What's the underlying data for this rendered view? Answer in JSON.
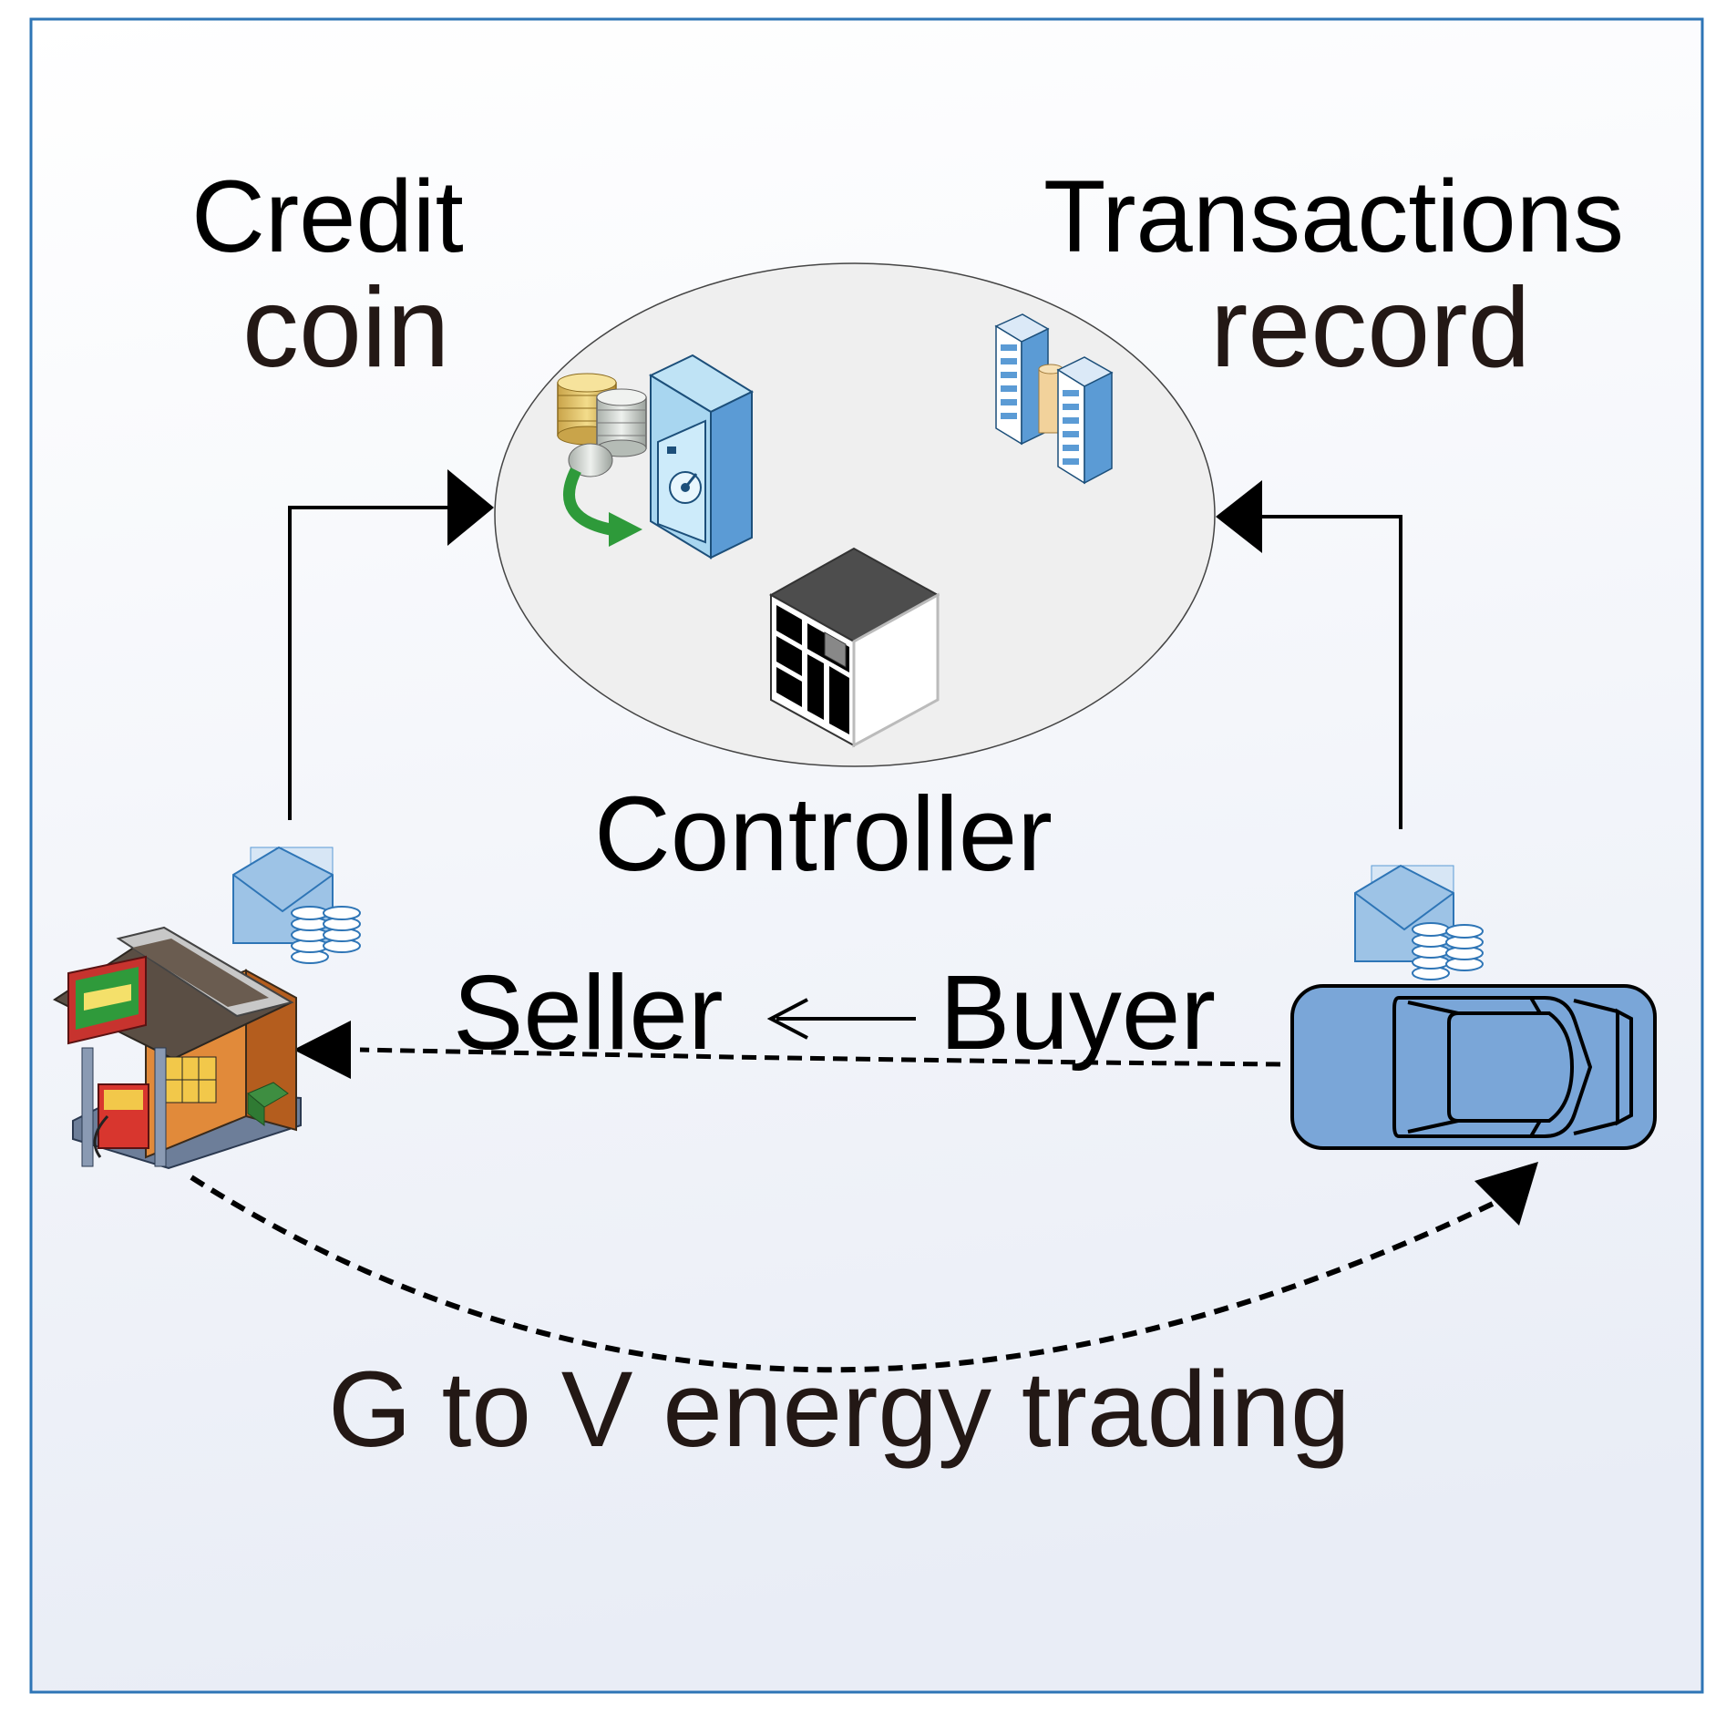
{
  "labels": {
    "credit_line1": "Credit",
    "credit_line2": "coin",
    "transactions_line1": "Transactions",
    "transactions_line2": "record",
    "controller": "Controller",
    "seller": "Seller",
    "buyer": "Buyer",
    "trading": "G to V energy trading"
  },
  "colors": {
    "frame": "#2e75b6",
    "ellipse_fill": "#efefef",
    "arrow": "#000000",
    "car_fill": "#7aa6d8",
    "icon_blue": "#5b9bd5"
  },
  "icons": [
    "coin-vault-icon",
    "database-servers-icon",
    "server-cube-icon",
    "envelope-coins-icon",
    "charging-station-icon",
    "car-icon"
  ]
}
